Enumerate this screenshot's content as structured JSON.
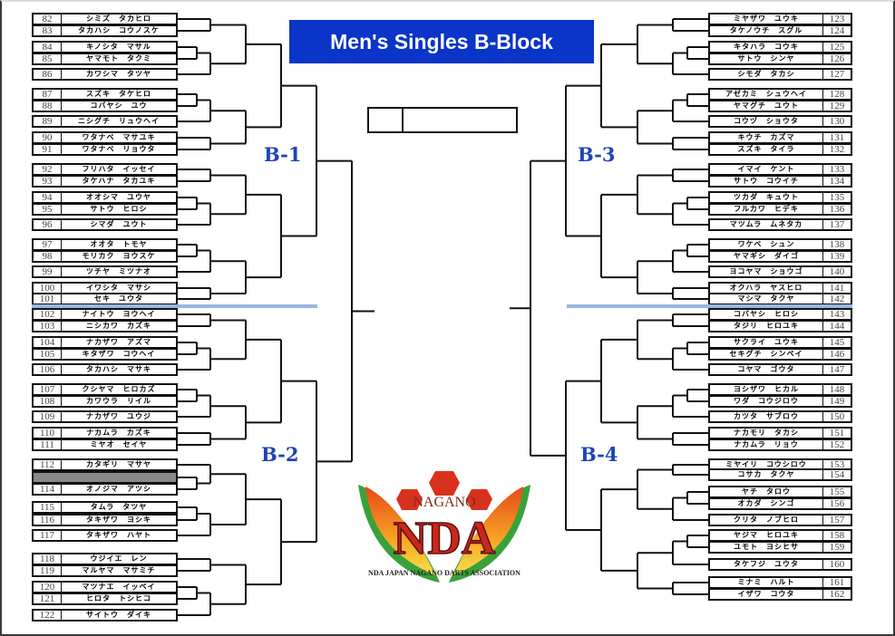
{
  "title": "Men's Singles B-Block",
  "block_labels": {
    "b1": "B-1",
    "b2": "B-2",
    "b3": "B-3",
    "b4": "B-4"
  },
  "logo": {
    "top": "NAGANO",
    "main": "NDA",
    "bottom": "NDA JAPAN NAGANO DARTS ASSOCIATION"
  },
  "colors": {
    "title_bg": "#0a35c8",
    "label": "#1f44b8",
    "separator": "#9ab6de",
    "bye": "#888888"
  },
  "left_players": [
    {
      "seed": "82",
      "name": "シミズ　タカヒロ"
    },
    {
      "seed": "83",
      "name": "タカハシ　コウノスケ"
    },
    {
      "seed": "84",
      "name": "キノシタ　マサル"
    },
    {
      "seed": "85",
      "name": "ヤマモト　タクミ"
    },
    {
      "seed": "86",
      "name": "カワシマ　タツヤ"
    },
    {
      "seed": "87",
      "name": "スズキ　タケヒロ"
    },
    {
      "seed": "88",
      "name": "コバヤシ　ユウ"
    },
    {
      "seed": "89",
      "name": "ニシグチ　リュウヘイ"
    },
    {
      "seed": "90",
      "name": "ワタナベ　マサユキ"
    },
    {
      "seed": "91",
      "name": "ワタナベ　リョウタ"
    },
    {
      "seed": "92",
      "name": "フリハタ　イッセイ"
    },
    {
      "seed": "93",
      "name": "タケハナ　タカユキ"
    },
    {
      "seed": "94",
      "name": "オオシマ　ユウヤ"
    },
    {
      "seed": "95",
      "name": "サトウ　ヒロシ"
    },
    {
      "seed": "96",
      "name": "シマダ　ユウト"
    },
    {
      "seed": "97",
      "name": "オオタ　トモヤ"
    },
    {
      "seed": "98",
      "name": "モリカク　ヨウスケ"
    },
    {
      "seed": "99",
      "name": "ツチヤ　ミツナオ"
    },
    {
      "seed": "100",
      "name": "イワシタ　マサシ"
    },
    {
      "seed": "101",
      "name": "セキ　ユウタ"
    },
    {
      "seed": "102",
      "name": "ナイトウ　ヨウヘイ"
    },
    {
      "seed": "103",
      "name": "ニシカワ　カズキ"
    },
    {
      "seed": "104",
      "name": "ナカザワ　アズマ"
    },
    {
      "seed": "105",
      "name": "キタザワ　コウヘイ"
    },
    {
      "seed": "106",
      "name": "タカハシ　マサキ"
    },
    {
      "seed": "107",
      "name": "クシヤマ　ヒロカズ"
    },
    {
      "seed": "108",
      "name": "カワウラ　リイル"
    },
    {
      "seed": "109",
      "name": "ナカザワ　ユウジ"
    },
    {
      "seed": "110",
      "name": "ナカムラ　カズキ"
    },
    {
      "seed": "111",
      "name": "ミヤオ　セイヤ"
    },
    {
      "seed": "112",
      "name": "カタギリ　マサヤ"
    },
    {
      "seed": "",
      "name": "",
      "bye": true
    },
    {
      "seed": "114",
      "name": "オノジマ　アツシ"
    },
    {
      "seed": "115",
      "name": "タムラ　タツヤ"
    },
    {
      "seed": "116",
      "name": "タキザワ　ヨシキ"
    },
    {
      "seed": "117",
      "name": "タキザワ　ハヤト"
    },
    {
      "seed": "118",
      "name": "ウジイエ　レン"
    },
    {
      "seed": "119",
      "name": "マルヤマ　マサミチ"
    },
    {
      "seed": "120",
      "name": "マツナエ　イッペイ"
    },
    {
      "seed": "121",
      "name": "ヒロタ　トシヒコ"
    },
    {
      "seed": "122",
      "name": "サイトウ　ダイキ"
    }
  ],
  "right_players": [
    {
      "seed": "123",
      "name": "ミヤザワ　ユウキ"
    },
    {
      "seed": "124",
      "name": "タケノウチ　スグル"
    },
    {
      "seed": "125",
      "name": "キタハラ　コウキ"
    },
    {
      "seed": "126",
      "name": "サトウ　シンヤ"
    },
    {
      "seed": "127",
      "name": "シモダ　タカシ"
    },
    {
      "seed": "128",
      "name": "アゼカミ　シュウヘイ"
    },
    {
      "seed": "129",
      "name": "ヤマグチ　ユウト"
    },
    {
      "seed": "130",
      "name": "コウヅ　ショウタ"
    },
    {
      "seed": "131",
      "name": "キウチ　カズマ"
    },
    {
      "seed": "132",
      "name": "スズキ　タイラ"
    },
    {
      "seed": "133",
      "name": "イマイ　ケント"
    },
    {
      "seed": "134",
      "name": "サトウ　コウイチ"
    },
    {
      "seed": "135",
      "name": "ツカダ　キュウト"
    },
    {
      "seed": "136",
      "name": "フルカワ　ヒデキ"
    },
    {
      "seed": "137",
      "name": "マツムラ　ムネタカ"
    },
    {
      "seed": "138",
      "name": "ワケベ　シュン"
    },
    {
      "seed": "139",
      "name": "ヤマギシ　ダイゴ"
    },
    {
      "seed": "140",
      "name": "ヨコヤマ　ショウゴ"
    },
    {
      "seed": "141",
      "name": "オクハラ　ヤスヒロ"
    },
    {
      "seed": "142",
      "name": "マシマ　タクヤ"
    },
    {
      "seed": "143",
      "name": "コバヤシ　ヒロシ"
    },
    {
      "seed": "144",
      "name": "タジリ　ヒロユキ"
    },
    {
      "seed": "145",
      "name": "サクライ　ユウキ"
    },
    {
      "seed": "146",
      "name": "セキグチ　シンペイ"
    },
    {
      "seed": "147",
      "name": "コヤマ　ゴウタ"
    },
    {
      "seed": "148",
      "name": "ヨシザワ　ヒカル"
    },
    {
      "seed": "149",
      "name": "ワダ　コウジロウ"
    },
    {
      "seed": "150",
      "name": "カツタ　サブロウ"
    },
    {
      "seed": "151",
      "name": "ナカモリ　タカシ"
    },
    {
      "seed": "152",
      "name": "ナカムラ　リョウ"
    },
    {
      "seed": "153",
      "name": "ミヤイリ　コウシロウ"
    },
    {
      "seed": "154",
      "name": "コサカ　タクヤ"
    },
    {
      "seed": "155",
      "name": "ヤチ　タロウ"
    },
    {
      "seed": "156",
      "name": "オカダ　シンゴ"
    },
    {
      "seed": "157",
      "name": "クリタ　ノブヒロ"
    },
    {
      "seed": "158",
      "name": "ヤジマ　ヒロユキ"
    },
    {
      "seed": "159",
      "name": "ユモト　ヨシヒサ"
    },
    {
      "seed": "160",
      "name": "タケフジ　ユウタ"
    },
    {
      "seed": "161",
      "name": "ミナミ　ハルト"
    },
    {
      "seed": "162",
      "name": "イザワ　コウタ"
    }
  ]
}
